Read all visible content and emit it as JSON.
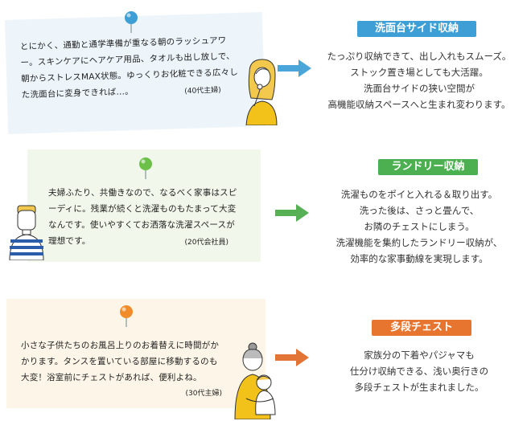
{
  "rows": [
    {
      "note_lines": [
        "とにかく、通勤と通学準備が重なる朝のラッシュアワ",
        "ー。スキンケアにヘアケア用品、タオルも出し放しで、",
        "朝からストレスMAX状態。ゆっくりお化粧できる広々し",
        "た洗面台に変身できれば…。"
      ],
      "attribution": "(40代主婦)",
      "badge": "洗面台サイド収納",
      "badge_color": "#3d9fd6",
      "arrow_color": "#4aa6d8",
      "pin_color": "#3d9fd6",
      "note_bg": "#edf5fb",
      "desc_lines": [
        "たっぷり収納できて、出し入れもスムーズ。",
        "ストック置き場としても大活躍。",
        "洗面台サイドの狭い空間が",
        "高機能収納スペースへと生まれ変わります。"
      ]
    },
    {
      "note_lines": [
        "夫婦ふたり、共働きなので、なるべく家事はスピ",
        "ーディに。残業が続くと洗濯ものもたまって大変",
        "なんです。使いやすくてお洒落な洗濯スペースが",
        "理想です。"
      ],
      "attribution": "(20代会社員)",
      "badge": "ランドリー収納",
      "badge_color": "#4caf50",
      "arrow_color": "#57b054",
      "pin_color": "#6cc04a",
      "note_bg": "#f1f7ea",
      "desc_lines": [
        "洗濯ものをポイと入れる＆取り出す。",
        "洗った後は、さっと畳んで、",
        "お隣のチェストにしまう。",
        "洗濯機能を集約したランドリー収納が、",
        "効率的な家事動線を実現します。"
      ]
    },
    {
      "note_lines": [
        "小さな子供たちのお風呂上りのお着替えに時間がか",
        "かります。タンスを置いている部屋に移動するのも",
        "大変！浴室前にチェストがあれば、便利よね。"
      ],
      "attribution": "(30代主婦)",
      "badge": "多段チェスト",
      "badge_color": "#e8752f",
      "arrow_color": "#e27436",
      "pin_color": "#f08c2a",
      "note_bg": "#fdf6e8",
      "desc_lines": [
        "家族分の下着やパジャマも",
        "仕分け収納できる、浅い奥行きの",
        "多段チェストが生まれました。"
      ]
    }
  ]
}
